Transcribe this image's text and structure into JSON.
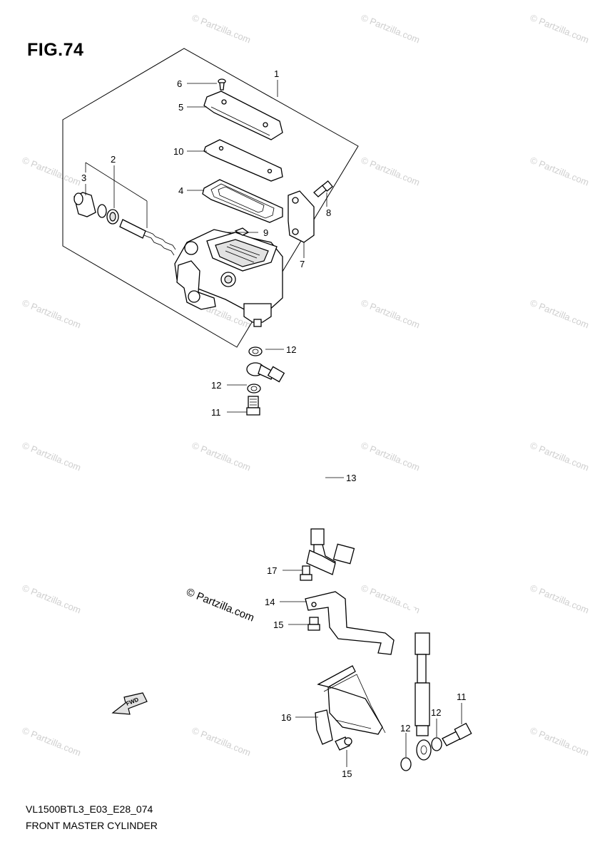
{
  "figure": {
    "title": "FIG.74",
    "code": "VL1500BTL3_E03_E28_074",
    "caption": "FRONT MASTER CYLINDER",
    "copyright": "© Partzilla.com",
    "watermark": "© Partzilla.com",
    "fwd_label": "FWD"
  },
  "callouts": {
    "c1": "1",
    "c2": "2",
    "c3": "3",
    "c4": "4",
    "c5": "5",
    "c6": "6",
    "c7": "7",
    "c8": "8",
    "c9": "9",
    "c10": "10",
    "c11a": "11",
    "c11b": "11",
    "c12a": "12",
    "c12b": "12",
    "c12c": "12",
    "c12d": "12",
    "c13": "13",
    "c14": "14",
    "c15a": "15",
    "c15b": "15",
    "c16": "16",
    "c17": "17"
  },
  "colors": {
    "line": "#000000",
    "watermark": "#cfcfcf",
    "shade": "#e2e2e2"
  }
}
